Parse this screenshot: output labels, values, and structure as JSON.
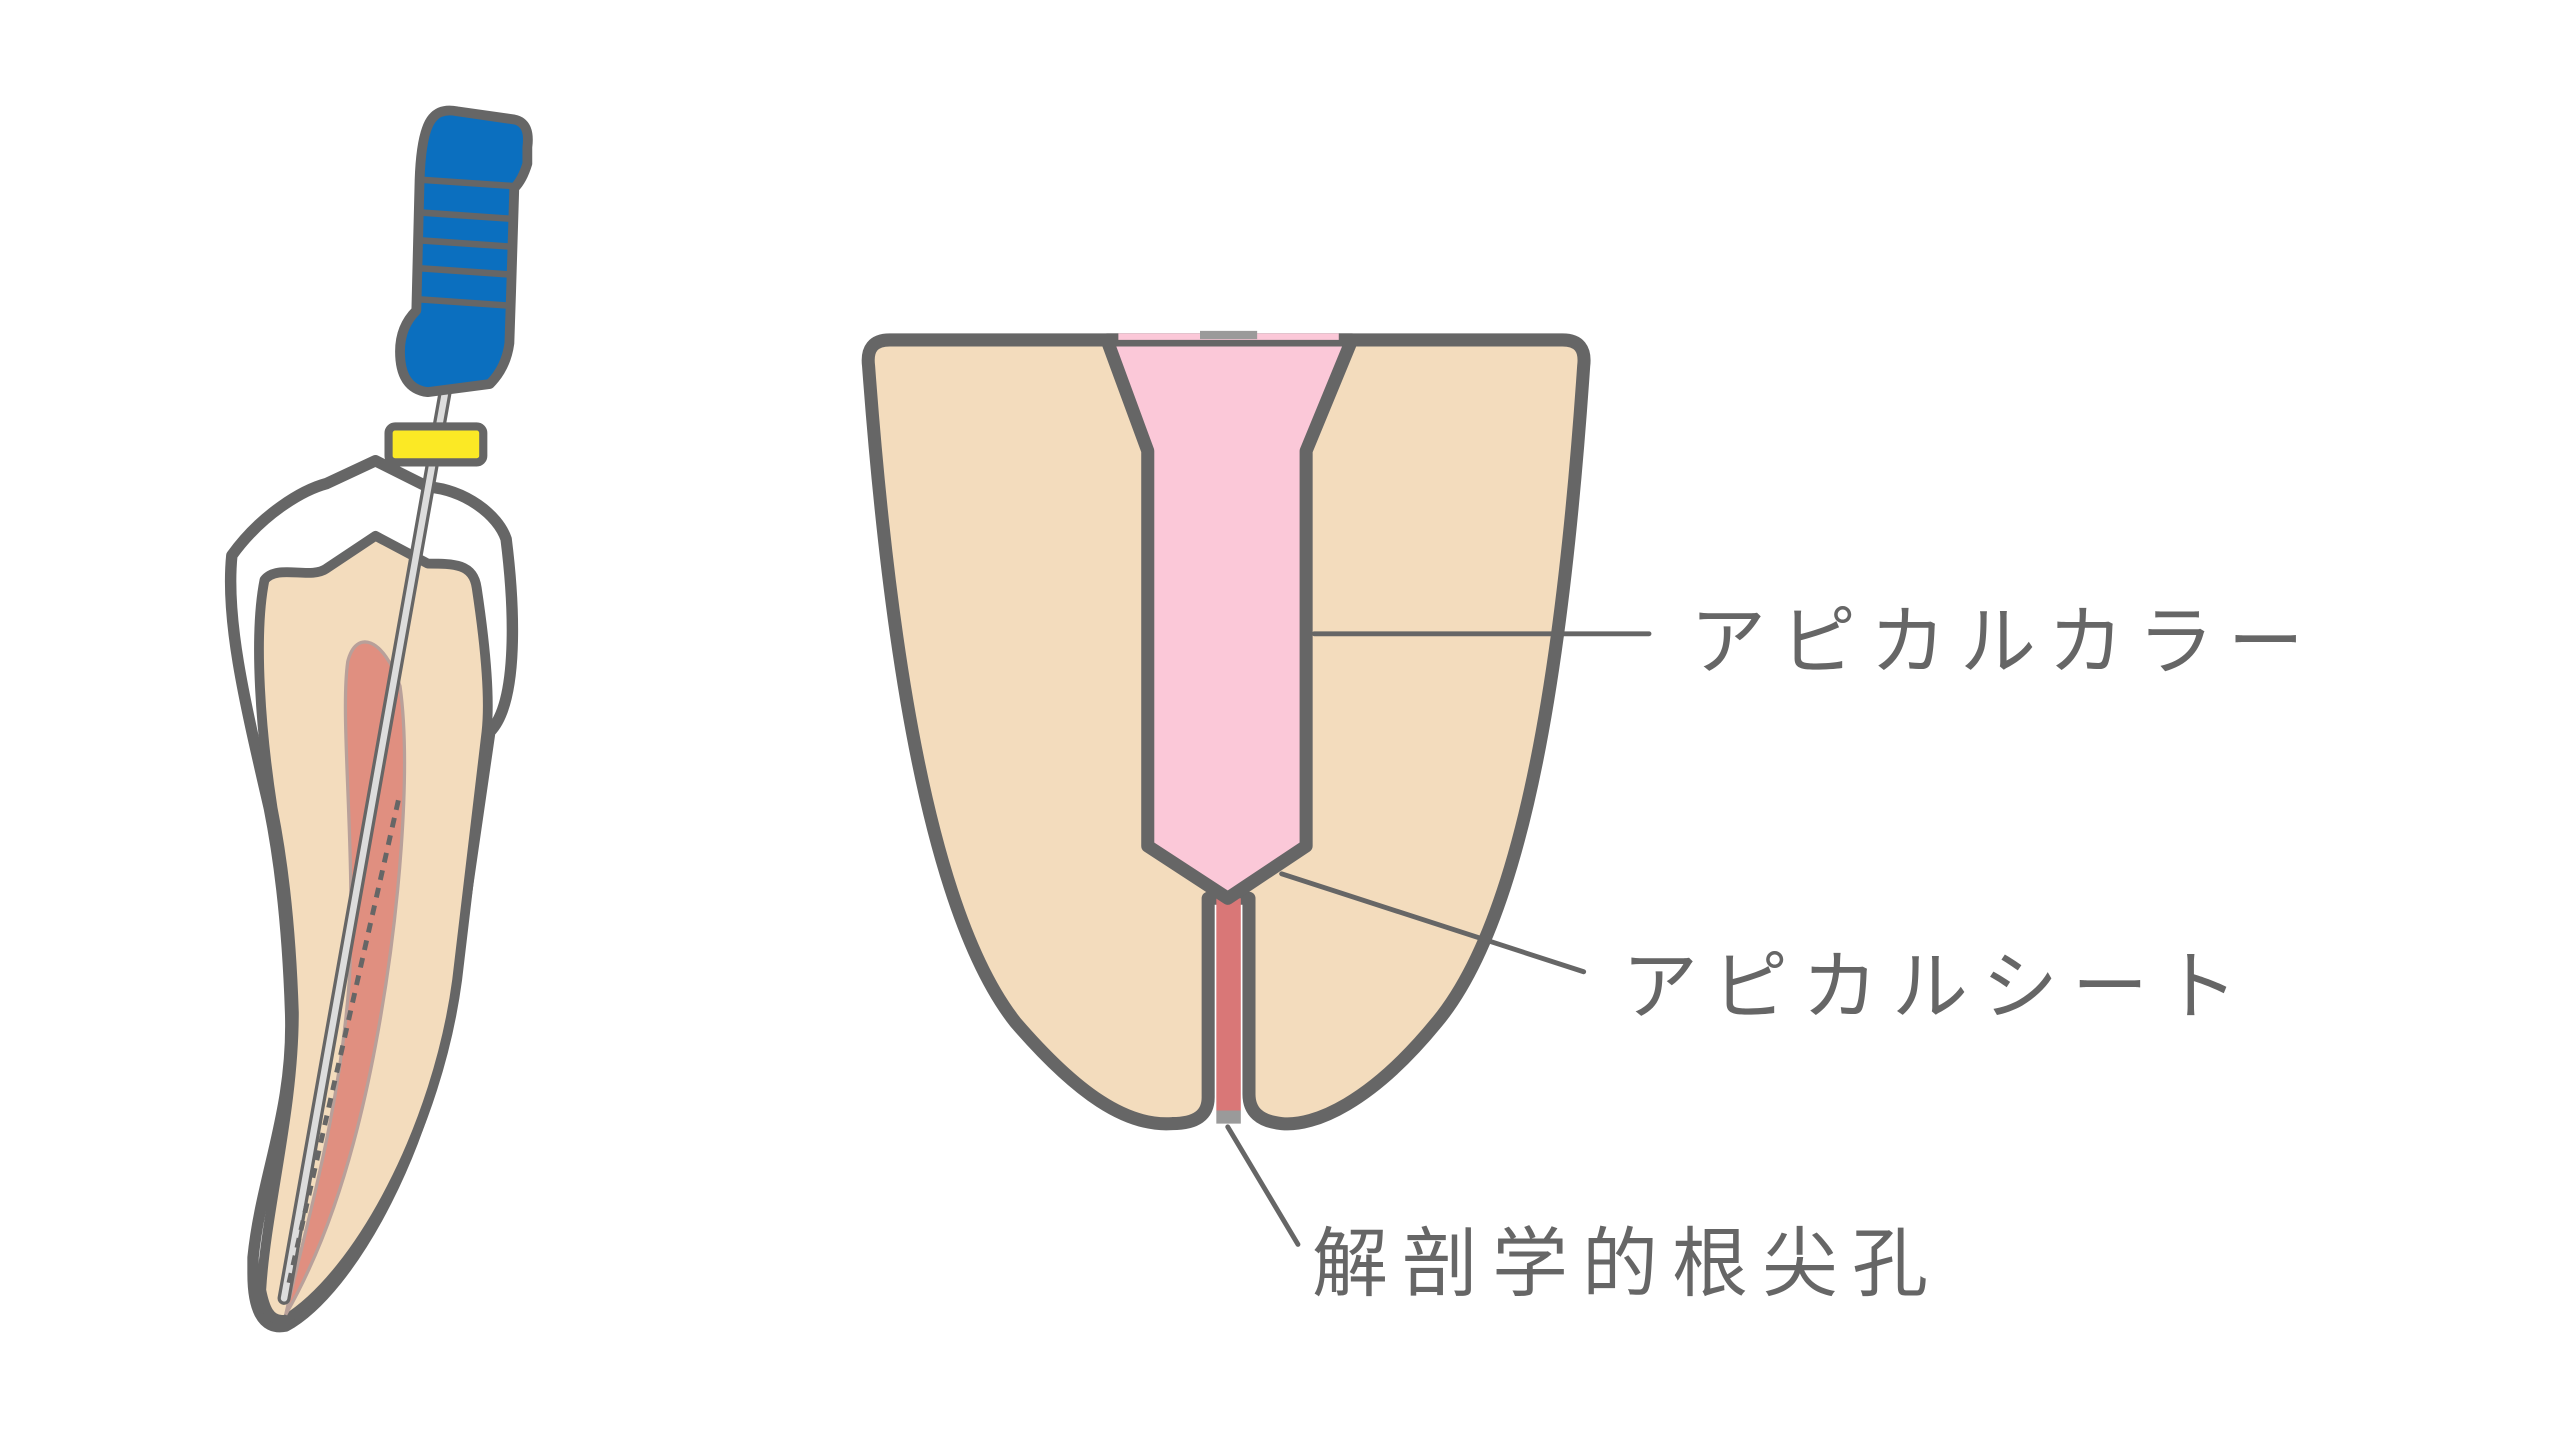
{
  "labels": {
    "apical_collar": "アピカルカラー",
    "apical_seat": "アピカルシート",
    "anatomical_apex": "解剖学的根尖孔"
  },
  "colors": {
    "outline": "#666666",
    "dentin": "#f3dcbd",
    "filling": "#fbc8d8",
    "pulp": "#e08f80",
    "canal": "#d97777",
    "file_handle": "#0b6fbf",
    "stopper": "#fbe925"
  }
}
